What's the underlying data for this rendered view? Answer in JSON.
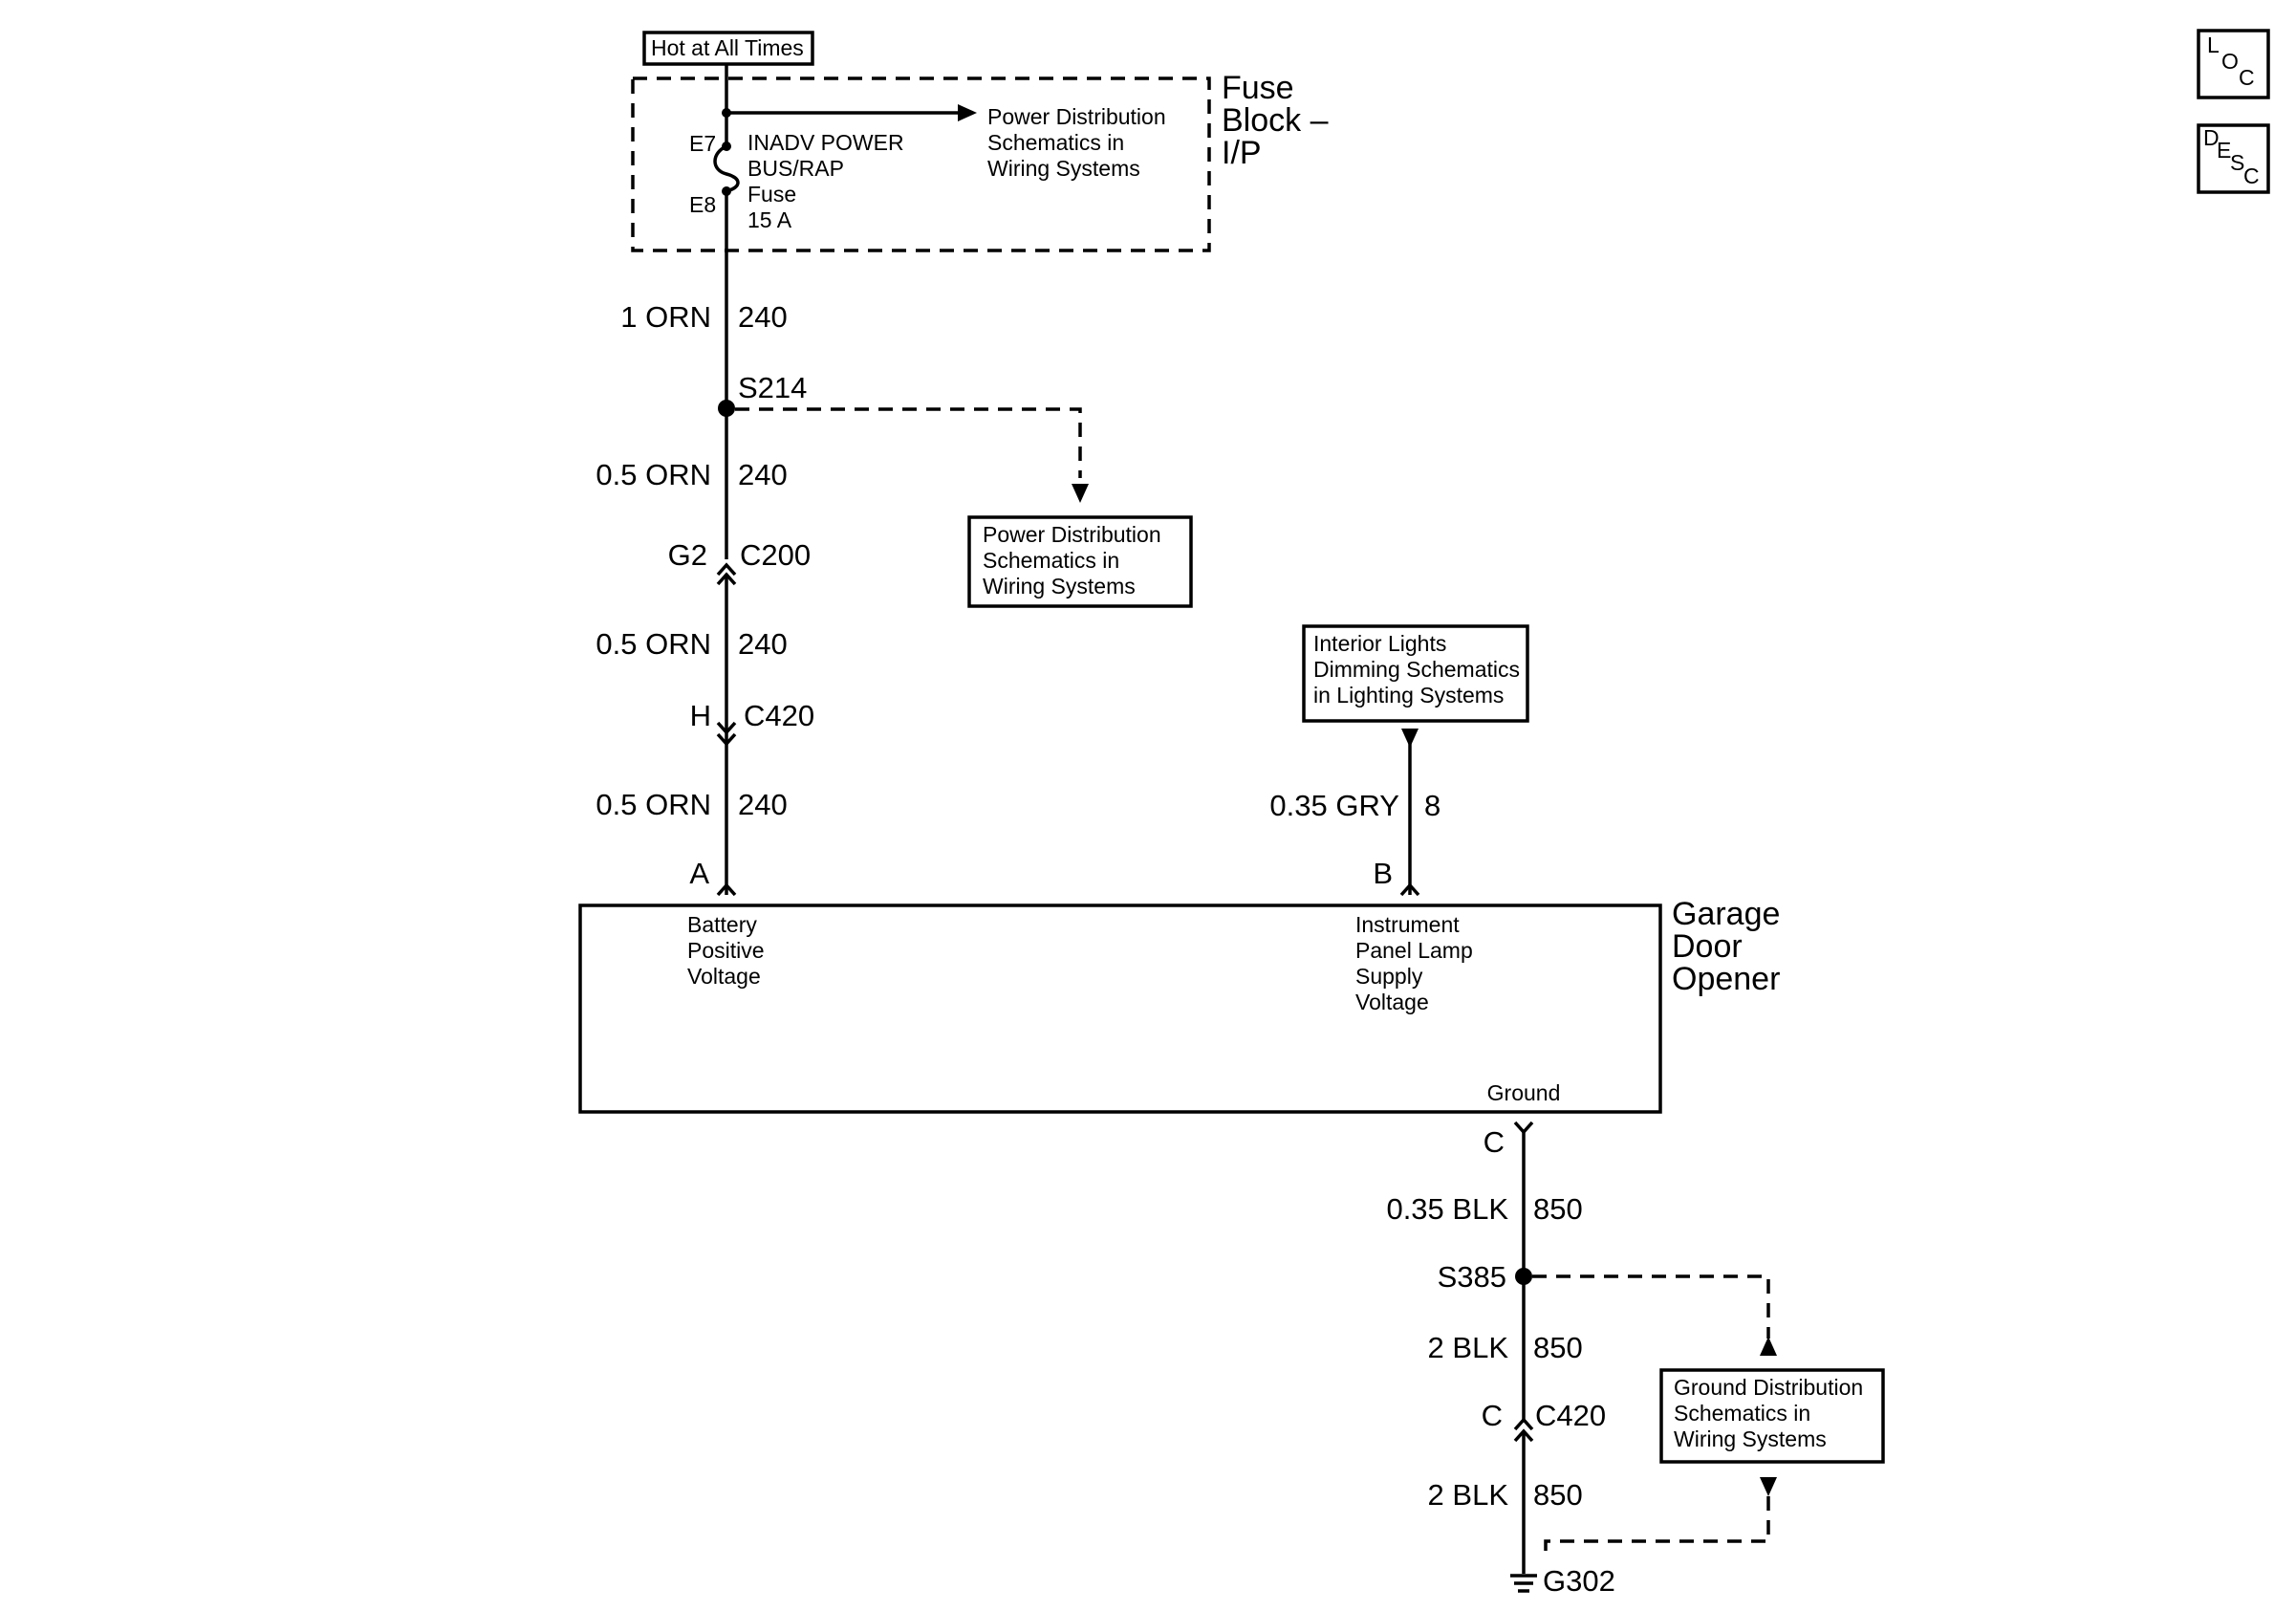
{
  "hot_label": "Hot at All Times",
  "fuse_block": {
    "line1": "Fuse",
    "line2": "Block –",
    "line3": "I/P"
  },
  "fuse": {
    "pin_in": "E7",
    "pin_out": "E8",
    "name_line1": "INADV POWER",
    "name_line2": "BUS/RAP",
    "type": "Fuse",
    "rating": "15 A"
  },
  "ref_power_top": [
    "Power Distribution",
    "Schematics in",
    "Wiring Systems"
  ],
  "wire1": {
    "size_color": "1 ORN",
    "circuit": "240"
  },
  "splice_s214": "S214",
  "wire2": {
    "size_color": "0.5 ORN",
    "circuit": "240"
  },
  "ref_power_mid": [
    "Power Distribution",
    "Schematics in",
    "Wiring Systems"
  ],
  "conn_c200": {
    "pin": "G2",
    "name": "C200"
  },
  "wire3": {
    "size_color": "0.5 ORN",
    "circuit": "240"
  },
  "conn_c420_top": {
    "pin": "H",
    "name": "C420"
  },
  "wire4": {
    "size_color": "0.5 ORN",
    "circuit": "240"
  },
  "ref_interior": [
    "Interior Lights",
    "Dimming Schematics",
    "in Lighting Systems"
  ],
  "wire_gry": {
    "size_color": "0.35 GRY",
    "circuit": "8"
  },
  "pin_a": "A",
  "pin_b": "B",
  "module": {
    "name": [
      "Garage",
      "Door",
      "Opener"
    ],
    "pin_a_desc": [
      "Battery",
      "Positive",
      "Voltage"
    ],
    "pin_b_desc": [
      "Instrument",
      "Panel Lamp",
      "Supply",
      "Voltage"
    ],
    "ground_desc": "Ground"
  },
  "pin_c": "C",
  "wire5": {
    "size_color": "0.35 BLK",
    "circuit": "850"
  },
  "splice_s385": "S385",
  "wire6": {
    "size_color": "2 BLK",
    "circuit": "850"
  },
  "conn_c420_bottom": {
    "pin": "C",
    "name": "C420"
  },
  "wire7": {
    "size_color": "2 BLK",
    "circuit": "850"
  },
  "ref_ground": [
    "Ground Distribution",
    "Schematics in",
    "Wiring Systems"
  ],
  "ground_g302": "G302",
  "side_buttons": {
    "loc": {
      "l1": "L",
      "l2": "O",
      "l3": "C"
    },
    "desc": {
      "l1": "D",
      "l2": "E",
      "l3": "S",
      "l4": "C"
    }
  }
}
